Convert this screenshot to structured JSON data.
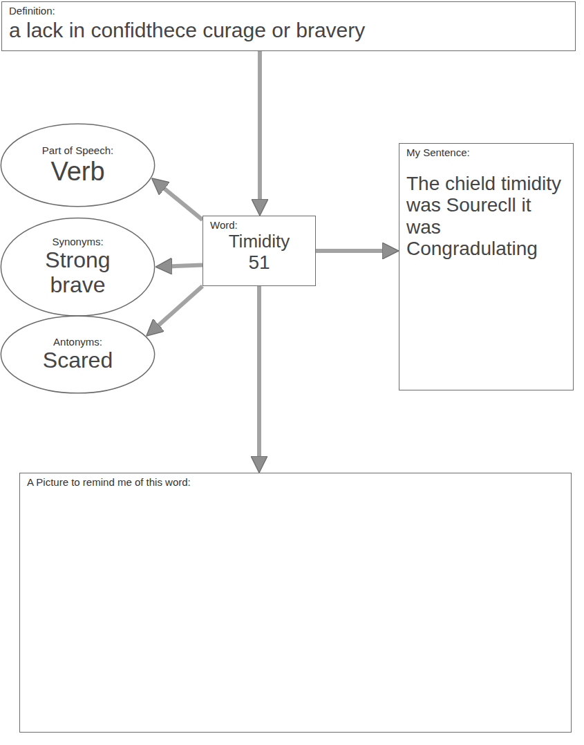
{
  "diagram": {
    "nodes": [
      {
        "text": [
          "Definition:",
          "a lack in confidthece curage or bravery"
        ]
      },
      {
        "text": [
          "Part of Speech:",
          "Verb"
        ]
      },
      {
        "text": [
          "Word:",
          "Timidity",
          "51"
        ]
      },
      {
        "text": [
          "My Sentence:",
          "The chield timidity was Sourecll it was Congradulating"
        ]
      },
      {
        "text": [
          "Synonyms:",
          "Strong brave"
        ]
      },
      {
        "text": [
          "Antonyms:",
          "Scared"
        ]
      },
      {
        "text": [
          "A Picture to remind me of this word:"
        ]
      }
    ],
    "edges": [
      {
        "from": 0,
        "to": 2,
        "arrow": "to"
      },
      {
        "from": 2,
        "to": 1,
        "arrow": "to"
      },
      {
        "from": 2,
        "to": 4,
        "arrow": "to"
      },
      {
        "from": 2,
        "to": 5,
        "arrow": "to"
      },
      {
        "from": 2,
        "to": 3,
        "arrow": "to"
      },
      {
        "from": 2,
        "to": 6,
        "arrow": "to"
      }
    ]
  }
}
